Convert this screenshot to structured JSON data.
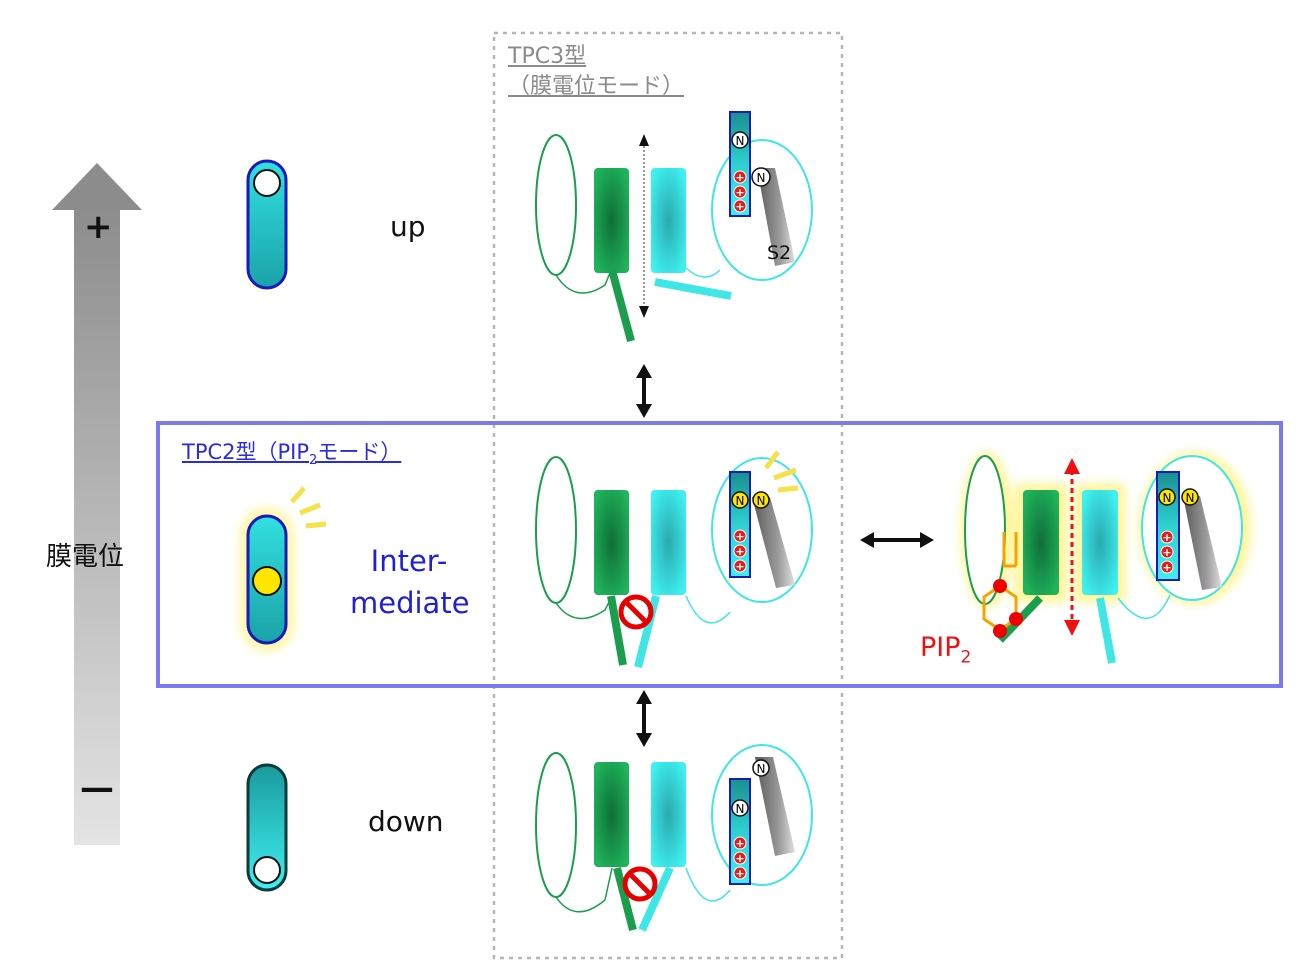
{
  "axis": {
    "title": "膜電位",
    "plus": "+",
    "minus": "—"
  },
  "states": {
    "up": "up",
    "intermediate_line1": "Inter-",
    "intermediate_line2": "mediate",
    "down": "down"
  },
  "tpc3": {
    "title_line1": "TPC3型",
    "title_line2": "（膜電位モード）"
  },
  "tpc2": {
    "title_prefix": "TPC2型（PIP",
    "title_sub": "2",
    "title_suffix": "モード）"
  },
  "labels": {
    "pip2_main": "PIP",
    "pip2_sub": "2",
    "s2": "S2",
    "n_terminal": "N",
    "charge": "+"
  },
  "colors": {
    "green_helix": "#1a9e4e",
    "cyan_helix": "#3fe6e6",
    "frame_blue": "#7b7bf0",
    "sensor_border": "#1a1ab8",
    "pip2_red": "#ee1111",
    "glow_yellow": "#fff27a",
    "n_yellow": "#ffe600",
    "gray_helix": "#8a8a8a"
  }
}
